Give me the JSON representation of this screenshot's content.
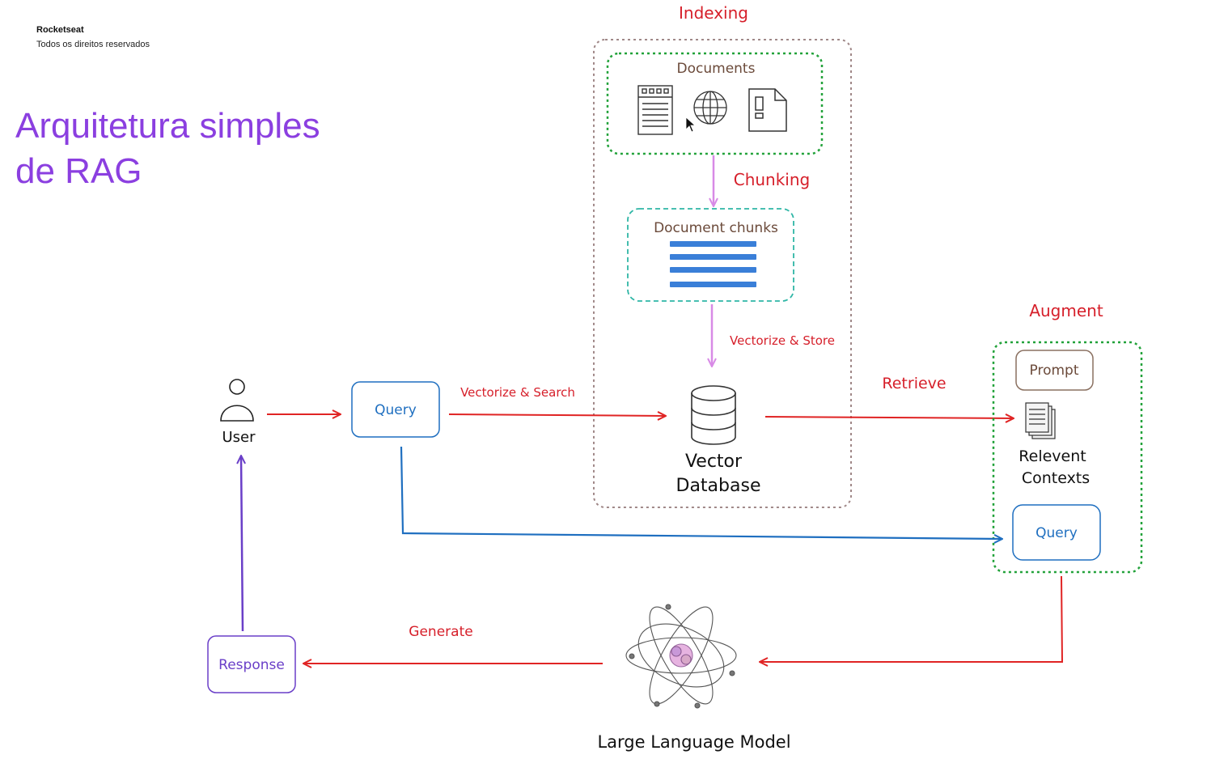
{
  "brand": {
    "name": "Rocketseat",
    "rights": "Todos os direitos reservados"
  },
  "title": {
    "line1": "Arquitetura simples",
    "line2": "de RAG"
  },
  "sections": {
    "indexing": "Indexing",
    "augment": "Augment"
  },
  "nodes": {
    "documents": "Documents",
    "chunking": "Chunking",
    "document_chunks": "Document chunks",
    "vectorize_store": "Vectorize & Store",
    "user": "User",
    "query": "Query",
    "vectorize_search": "Vectorize & Search",
    "vector_db_line1": "Vector",
    "vector_db_line2": "Database",
    "retrieve": "Retrieve",
    "prompt": "Prompt",
    "relevant_line1": "Relevent",
    "relevant_line2": "Contexts",
    "augment_query": "Query",
    "generate": "Generate",
    "response": "Response",
    "llm": "Large Language Model"
  },
  "colors": {
    "title": "#8b3fe0",
    "label_red": "#d61f2a",
    "arrow_red": "#e02424",
    "arrow_blue": "#1f6fc0",
    "arrow_purple": "#6a3fc8",
    "chunk_arrow": "#d88ae6",
    "green_dotted": "#22a23a",
    "teal_dashed": "#2fb6a6",
    "chunk_bar": "#3a7fd8"
  }
}
